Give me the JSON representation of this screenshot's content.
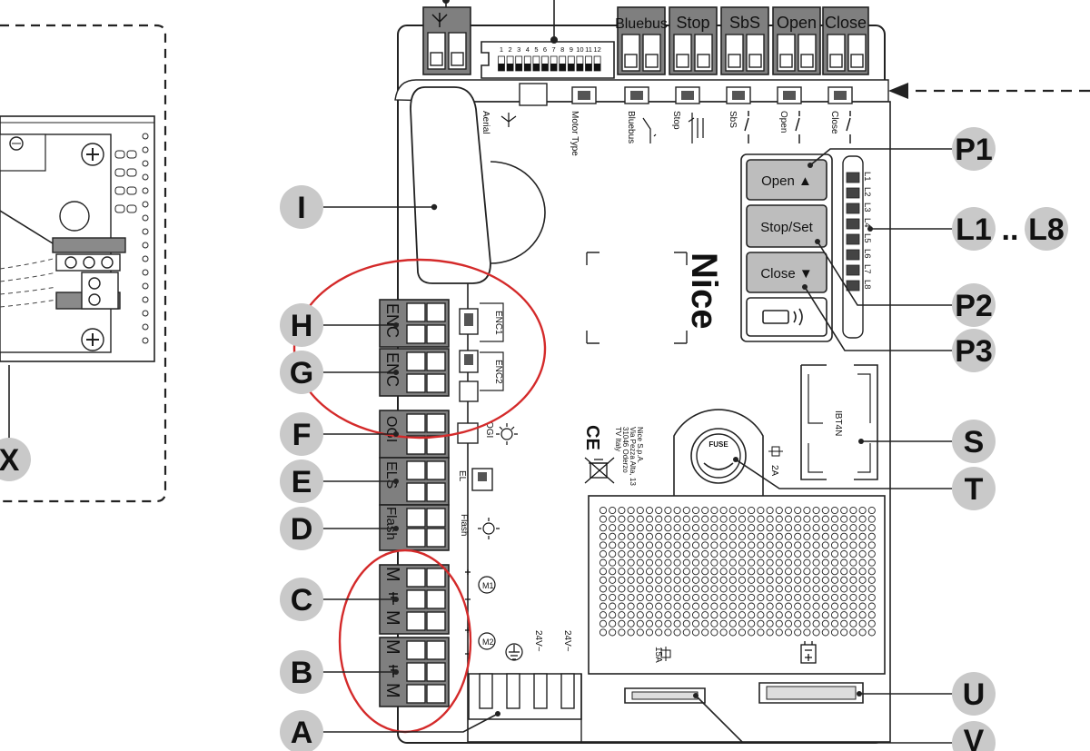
{
  "top_terminals": [
    "Bluebus",
    "Stop",
    "SbS",
    "Open",
    "Close"
  ],
  "dip_numbers": [
    "1",
    "2",
    "3",
    "4",
    "5",
    "6",
    "7",
    "8",
    "9",
    "10",
    "11",
    "12"
  ],
  "board_inputs": [
    "Aerial",
    "Motor Type",
    "Bluebus",
    "Stop",
    "SbS",
    "Open",
    "Close"
  ],
  "left_terminals": [
    "ENC",
    "ENC",
    "OGI",
    "ELS",
    "Flash",
    "M",
    "M",
    "M",
    "M"
  ],
  "enc_labels": [
    "ENC1",
    "ENC2"
  ],
  "side_labels": [
    "OGI",
    "EL",
    "Flash"
  ],
  "power_labels": [
    "24V~",
    "24V~"
  ],
  "brand": "Nice",
  "buttons": [
    "Open ▲",
    "Stop/Set",
    "Close ▼"
  ],
  "leds": [
    "L1",
    "L2",
    "L3",
    "L4",
    "L5",
    "L6",
    "L7",
    "L8"
  ],
  "manufacturer_text": [
    "Nice S.p.A.",
    "Via Pezza Alta, 13",
    "31046 Oderzo",
    "TV Italy"
  ],
  "ce_mark": "CE",
  "slot_label": "IBT4N",
  "fuse_top": "2A",
  "fuse_bottom": "15A",
  "fuse_text": "FUSE",
  "callouts": {
    "I": "I",
    "H": "H",
    "G": "G",
    "F": "F",
    "E": "E",
    "D": "D",
    "C": "C",
    "B": "B",
    "A": "A",
    "X": "X",
    "P1": "P1",
    "P2": "P2",
    "P3": "P3",
    "L1L8_a": "L1",
    "L1L8_sep": "..",
    "L1L8_b": "L8",
    "S": "S",
    "T": "T",
    "U": "U",
    "V": "V"
  },
  "colors": {
    "highlight": "#d42a2a",
    "callout_fill": "#c9c9c9",
    "terminal": "#7f7f7f"
  }
}
